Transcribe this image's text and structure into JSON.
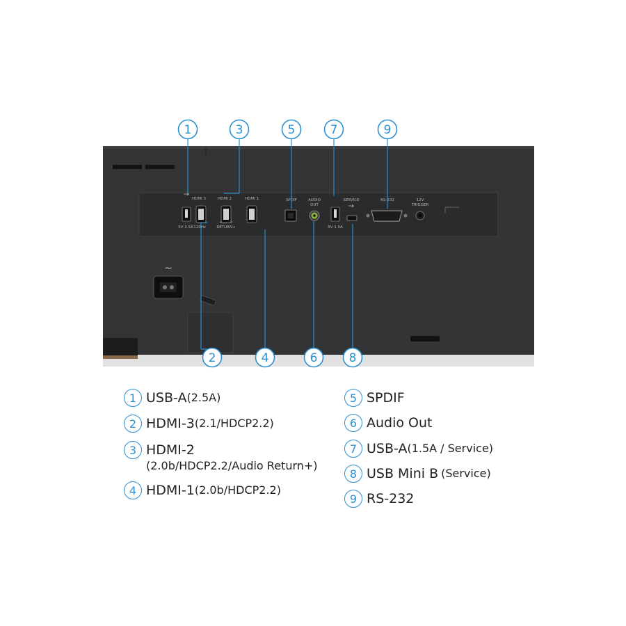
{
  "colors": {
    "accent": "#2b8fd0",
    "body": "#333436",
    "panel": "#2a2b2d",
    "text": "#222222"
  },
  "callouts": [
    "1",
    "2",
    "3",
    "4",
    "5",
    "6",
    "7",
    "8",
    "9"
  ],
  "panel_labels": {
    "hdmi3": "HDMI 3",
    "hdmi2": "HDMI 2",
    "hdmi1": "HDMI 1",
    "usb_a_current": "5V 2.5A",
    "hdmi3_sub_top": "4K",
    "hdmi3_sub_bottom": "120Hz",
    "hdmi2_sub_top": "AUDIO",
    "hdmi2_sub_bottom": "RETURN+",
    "spdif": "SPDIF",
    "audio_out_top": "AUDIO",
    "audio_out_bottom": "OUT",
    "service": "SERVICE",
    "service_current": "5V 1.5A",
    "rs232": "RS-232",
    "trigger_top": "12V",
    "trigger_bottom": "TRIGGER"
  },
  "legend": [
    {
      "num": "1",
      "main": "USB-A",
      "spec": "(2.5A)"
    },
    {
      "num": "2",
      "main": "HDMI-3",
      "spec": "(2.1/HDCP2.2)"
    },
    {
      "num": "3",
      "main": "HDMI-2",
      "spec": "",
      "sub": "(2.0b/HDCP2.2/Audio Return+)"
    },
    {
      "num": "4",
      "main": "HDMI-1",
      "spec": "(2.0b/HDCP2.2)"
    },
    {
      "num": "5",
      "main": "SPDIF",
      "spec": ""
    },
    {
      "num": "6",
      "main": "Audio Out",
      "spec": ""
    },
    {
      "num": "7",
      "main": "USB-A",
      "spec": "(1.5A / Service)"
    },
    {
      "num": "8",
      "main": "USB Mini B",
      "spec": "(Service)"
    },
    {
      "num": "9",
      "main": "RS-232",
      "spec": ""
    }
  ]
}
